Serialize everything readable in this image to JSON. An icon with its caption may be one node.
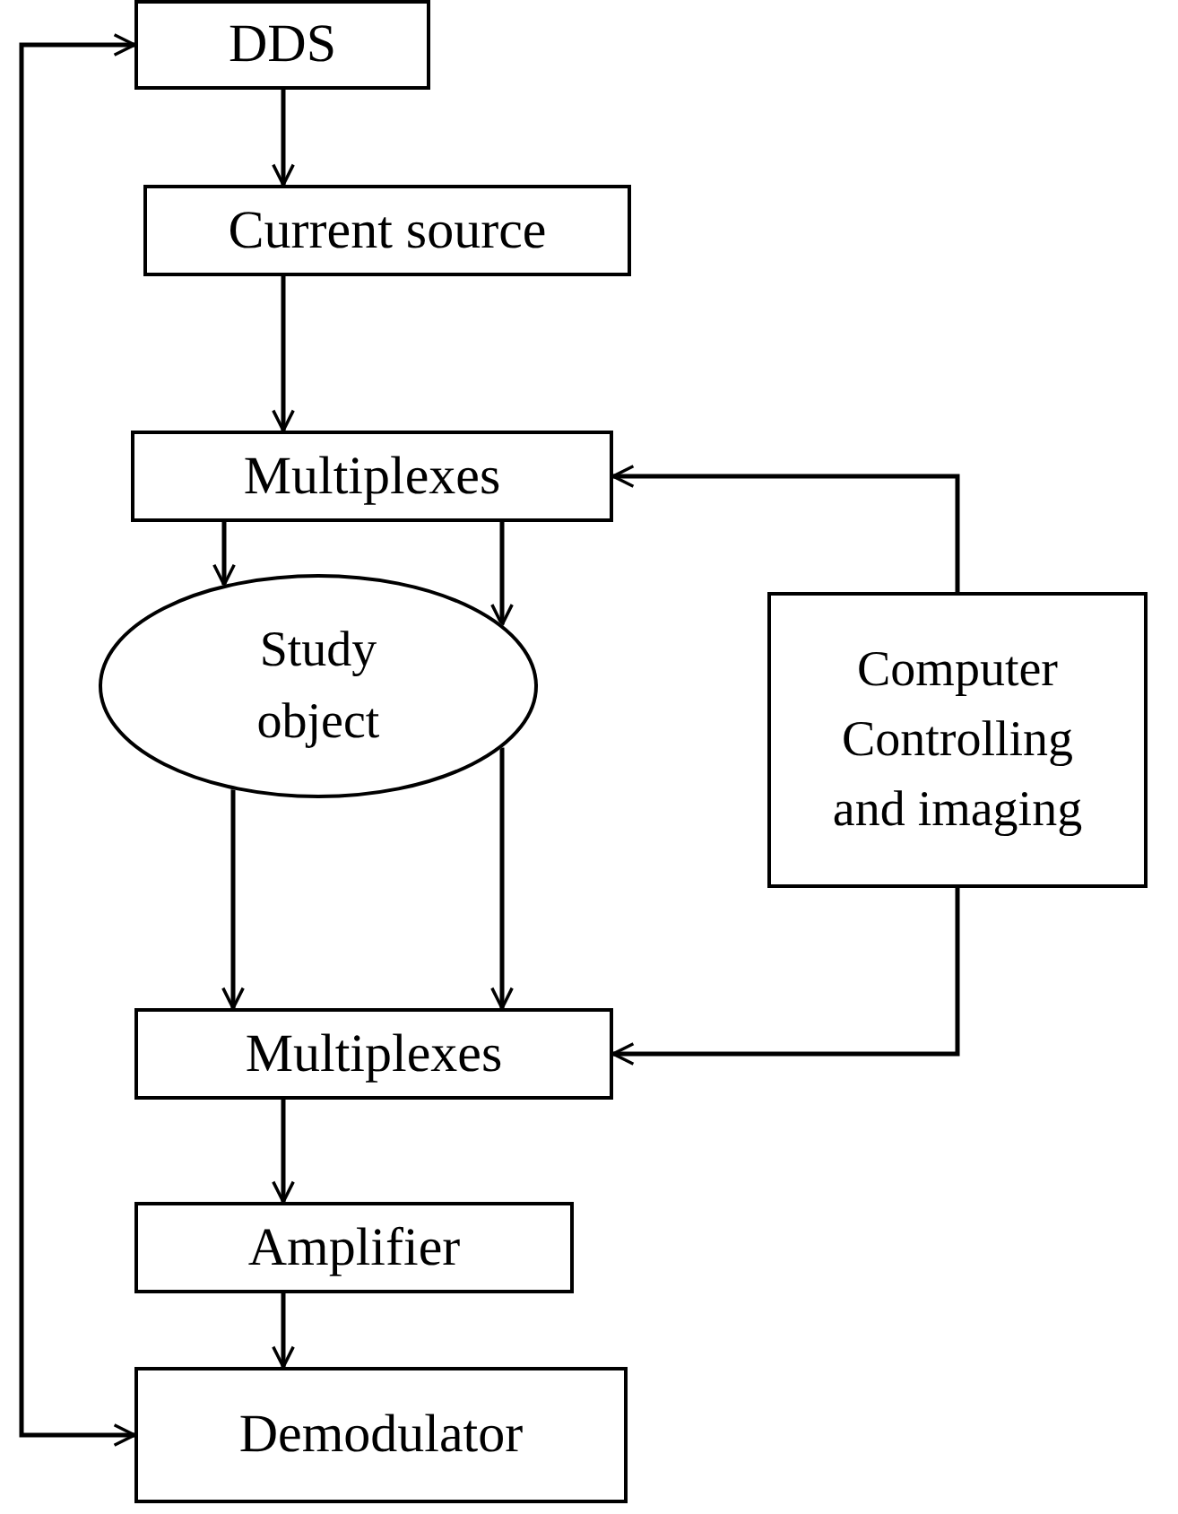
{
  "diagram": {
    "nodes": [
      {
        "text": [
          "DDS"
        ]
      },
      {
        "text": [
          "Current source"
        ]
      },
      {
        "text": [
          "Multiplexes"
        ]
      },
      {
        "text": [
          "Study object"
        ]
      },
      {
        "text": [
          "Computer Controlling and imaging"
        ]
      },
      {
        "text": [
          "Multiplexes"
        ]
      },
      {
        "text": [
          "Amplifier"
        ]
      },
      {
        "text": [
          "Demodulator"
        ]
      }
    ],
    "edges": [
      {
        "from": 0,
        "to": 1,
        "arrow": "to"
      },
      {
        "from": 1,
        "to": 2,
        "arrow": "to"
      },
      {
        "from": 2,
        "to": 3,
        "arrow": "to"
      },
      {
        "from": 2,
        "to": 3,
        "arrow": "to"
      },
      {
        "from": 3,
        "to": 5,
        "arrow": "to"
      },
      {
        "from": 3,
        "to": 5,
        "arrow": "to"
      },
      {
        "from": 4,
        "to": 2,
        "arrow": "to"
      },
      {
        "from": 4,
        "to": 5,
        "arrow": "to"
      },
      {
        "from": 5,
        "to": 6,
        "arrow": "to"
      },
      {
        "from": 6,
        "to": 7,
        "arrow": "to"
      },
      {
        "from": 7,
        "to": 0,
        "arrow": "both"
      }
    ]
  }
}
